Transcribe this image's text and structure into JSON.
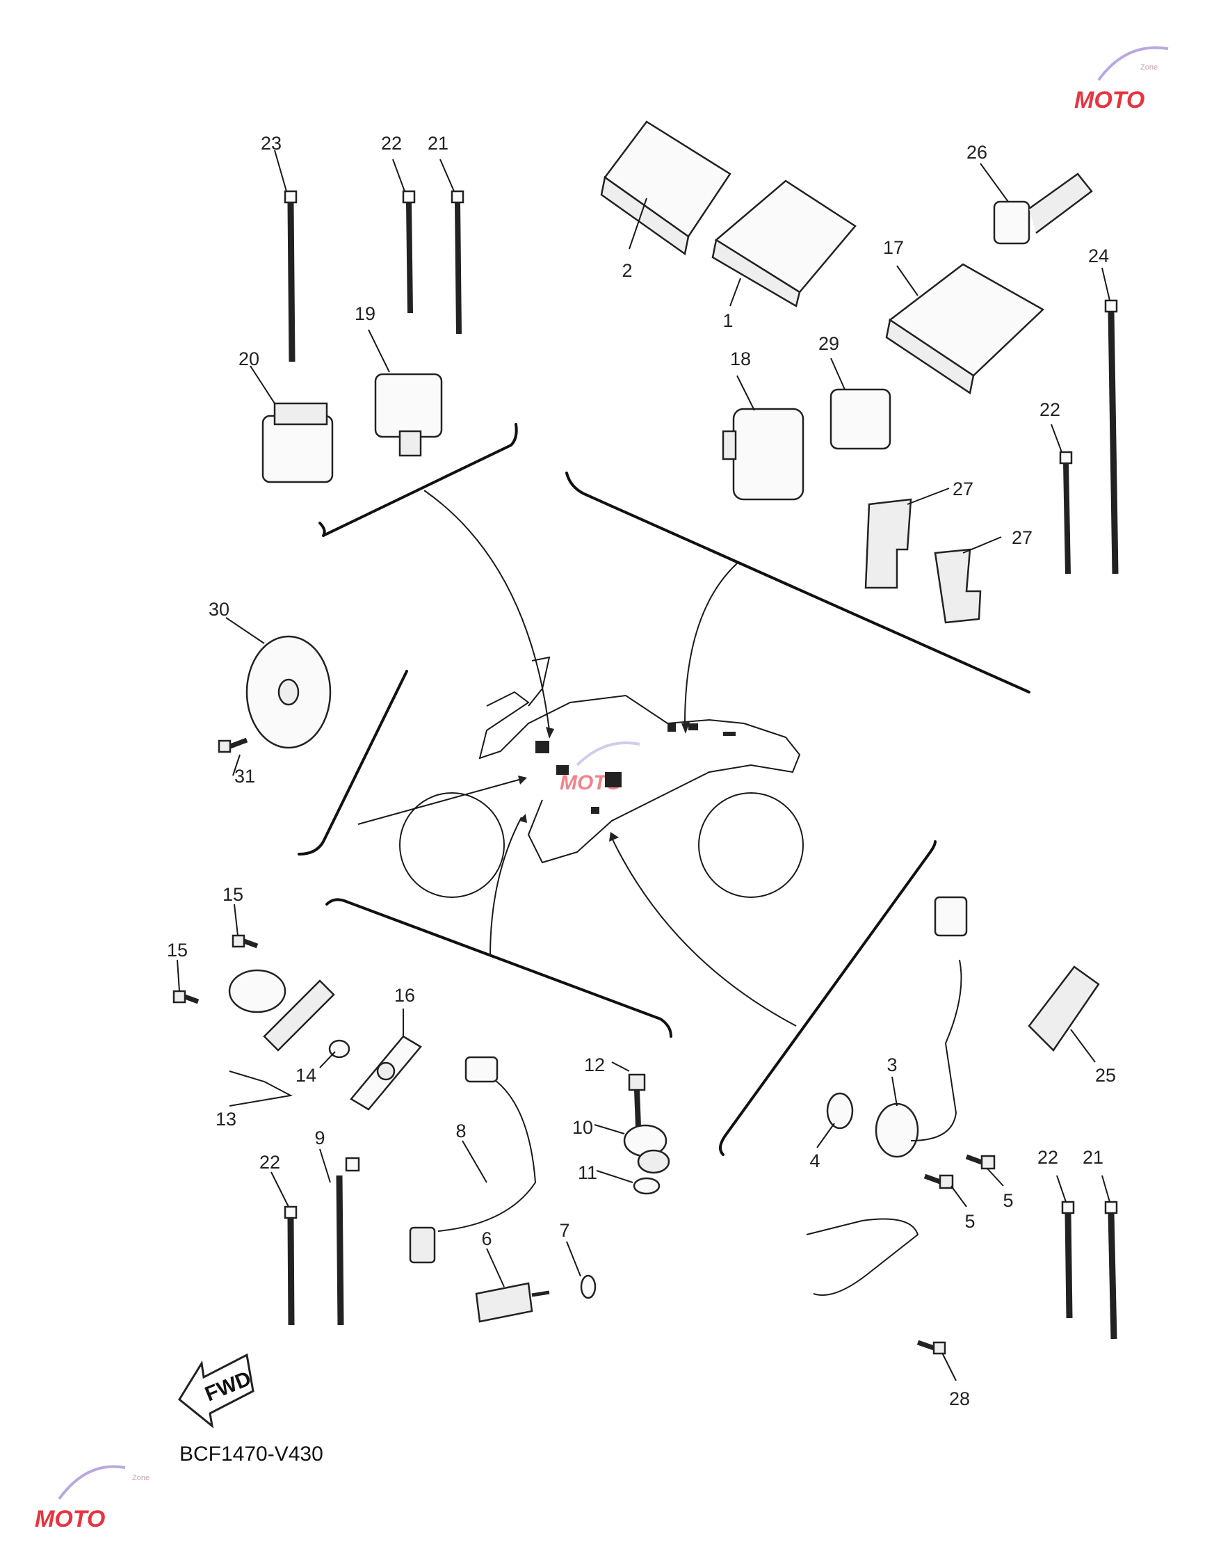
{
  "diagram": {
    "code": "BCF1470-V430",
    "fwd_label": "FWD",
    "watermark": {
      "text": "MOTO",
      "small": "Zone"
    },
    "callouts": [
      {
        "id": "c-23-top",
        "text": "23"
      },
      {
        "id": "c-22-top",
        "text": "22"
      },
      {
        "id": "c-21-top",
        "text": "21"
      },
      {
        "id": "c-19",
        "text": "19"
      },
      {
        "id": "c-20",
        "text": "20"
      },
      {
        "id": "c-2",
        "text": "2"
      },
      {
        "id": "c-1",
        "text": "1"
      },
      {
        "id": "c-26",
        "text": "26"
      },
      {
        "id": "c-17",
        "text": "17"
      },
      {
        "id": "c-24",
        "text": "24"
      },
      {
        "id": "c-18",
        "text": "18"
      },
      {
        "id": "c-29",
        "text": "29"
      },
      {
        "id": "c-22-right",
        "text": "22"
      },
      {
        "id": "c-27-a",
        "text": "27"
      },
      {
        "id": "c-27-b",
        "text": "27"
      },
      {
        "id": "c-30",
        "text": "30"
      },
      {
        "id": "c-31",
        "text": "31"
      },
      {
        "id": "c-15-a",
        "text": "15"
      },
      {
        "id": "c-15-b",
        "text": "15"
      },
      {
        "id": "c-16",
        "text": "16"
      },
      {
        "id": "c-14",
        "text": "14"
      },
      {
        "id": "c-13",
        "text": "13"
      },
      {
        "id": "c-12",
        "text": "12"
      },
      {
        "id": "c-10",
        "text": "10"
      },
      {
        "id": "c-11",
        "text": "11"
      },
      {
        "id": "c-8",
        "text": "8"
      },
      {
        "id": "c-9",
        "text": "9"
      },
      {
        "id": "c-22-bottom",
        "text": "22"
      },
      {
        "id": "c-7",
        "text": "7"
      },
      {
        "id": "c-6",
        "text": "6"
      },
      {
        "id": "c-3",
        "text": "3"
      },
      {
        "id": "c-4",
        "text": "4"
      },
      {
        "id": "c-5-a",
        "text": "5"
      },
      {
        "id": "c-5-b",
        "text": "5"
      },
      {
        "id": "c-25",
        "text": "25"
      },
      {
        "id": "c-22-br",
        "text": "22"
      },
      {
        "id": "c-21-br",
        "text": "21"
      },
      {
        "id": "c-28",
        "text": "28"
      }
    ]
  }
}
